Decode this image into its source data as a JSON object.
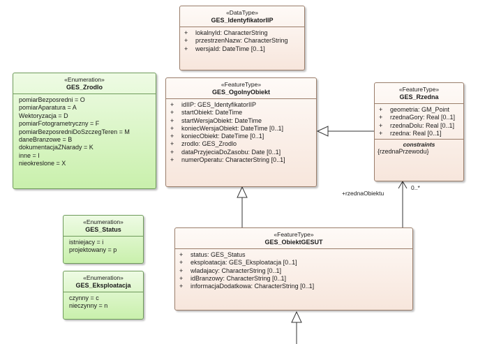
{
  "classes": {
    "identyfikator": {
      "stereotype": "«DataType»",
      "name": "GES_IdentyfikatorIIP",
      "attributes": [
        {
          "vis": "+",
          "text": "lokalnyId: CharacterString"
        },
        {
          "vis": "+",
          "text": "przestrzenNazw: CharacterString"
        },
        {
          "vis": "+",
          "text": "wersjaId: DateTime [0..1]"
        }
      ]
    },
    "zrodlo": {
      "stereotype": "«Enumeration»",
      "name": "GES_Zrodlo",
      "literals": [
        "pomiarBezposredni = O",
        "pomiarAparatura = A",
        "Wektoryzacja = D",
        "pomiarFotogrametryczny = F",
        "pomiarBezposredniDoSzczegTeren = M",
        "daneBranzowe = B",
        "dokumentacjaZNarady = K",
        "inne = I",
        "nieokreslone = X"
      ]
    },
    "ogolny": {
      "stereotype": "«FeatureType»",
      "name": "GES_OgolnyObiekt",
      "attributes": [
        {
          "vis": "+",
          "text": "idIIP: GES_IdentyfikatorIIP"
        },
        {
          "vis": "+",
          "text": "startObiekt: DateTime"
        },
        {
          "vis": "+",
          "text": "startWersjaObiekt: DateTime"
        },
        {
          "vis": "+",
          "text": "koniecWersjaObiekt: DateTime [0..1]"
        },
        {
          "vis": "+",
          "text": "koniecObiekt: DateTime [0..1]"
        },
        {
          "vis": "+",
          "text": "zrodlo: GES_Zrodlo"
        },
        {
          "vis": "+",
          "text": "dataPrzyjeciaDoZasobu: Date [0..1]"
        },
        {
          "vis": "+",
          "text": "numerOperatu: CharacterString [0..1]"
        }
      ]
    },
    "rzedna": {
      "stereotype": "«FeatureType»",
      "name": "GES_Rzedna",
      "attributes": [
        {
          "vis": "+",
          "text": "geometria: GM_Point"
        },
        {
          "vis": "+",
          "text": "rzednaGory: Real [0..1]"
        },
        {
          "vis": "+",
          "text": "rzednaDolu: Real [0..1]"
        },
        {
          "vis": "+",
          "text": "rzedna: Real [0..1]"
        }
      ],
      "constraints_title": "constraints",
      "constraints": [
        "{rzednaPrzewodu}"
      ]
    },
    "status": {
      "stereotype": "«Enumeration»",
      "name": "GES_Status",
      "literals": [
        "istniejacy = i",
        "projektowany = p"
      ]
    },
    "eksploatacja": {
      "stereotype": "«Enumeration»",
      "name": "GES_Eksploatacja",
      "literals": [
        "czynny = c",
        "nieczynny = n"
      ]
    },
    "gesut": {
      "stereotype": "«FeatureType»",
      "name": "GES_ObiektGESUT",
      "attributes": [
        {
          "vis": "+",
          "text": "status: GES_Status"
        },
        {
          "vis": "+",
          "text": "eksploatacja: GES_Eksploatacja [0..1]"
        },
        {
          "vis": "+",
          "text": "wladajacy: CharacterString [0..1]"
        },
        {
          "vis": "+",
          "text": "idBranzowy: CharacterString [0..1]"
        },
        {
          "vis": "+",
          "text": "informacjaDodatkowa: CharacterString [0..1]"
        }
      ]
    }
  },
  "association": {
    "role": "+rzednaObiektu",
    "multiplicity": "0..*"
  }
}
